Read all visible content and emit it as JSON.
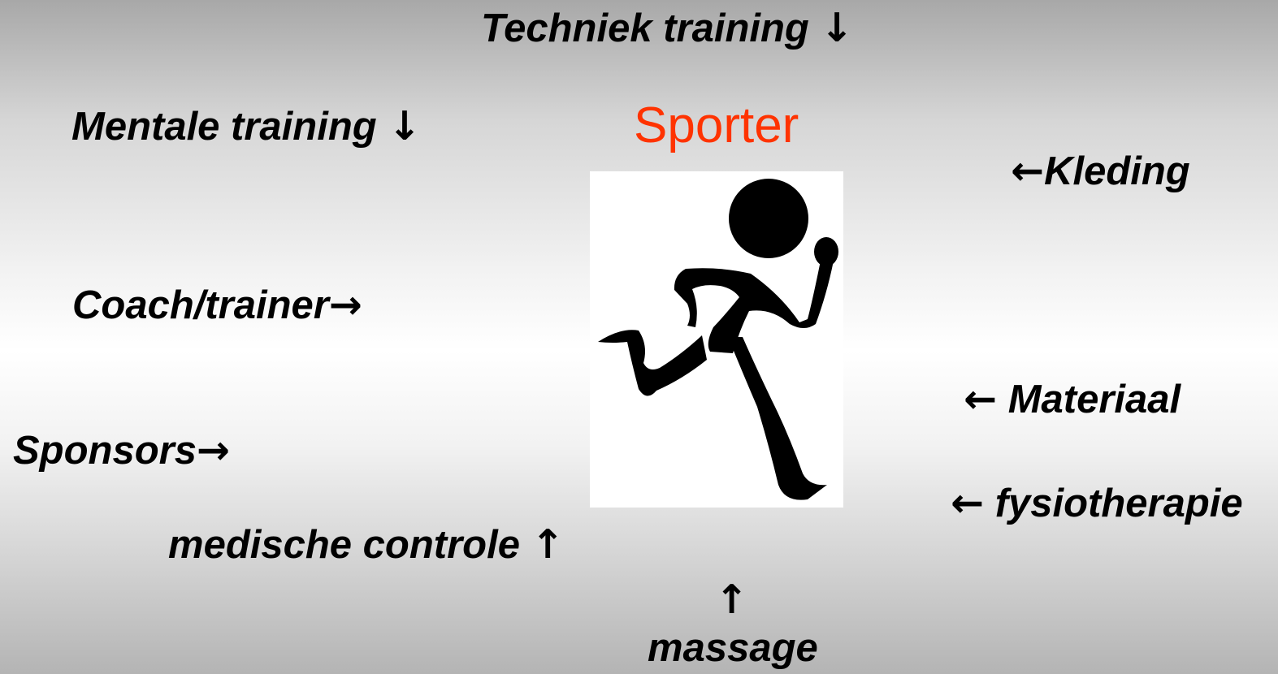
{
  "title": "Sporter",
  "labels": {
    "techniek": {
      "text": "Techniek training",
      "arrow": "↓"
    },
    "mentale": {
      "text": "Mentale training",
      "arrow": "↓"
    },
    "kleding": {
      "arrow": "←",
      "text": "Kleding"
    },
    "coach": {
      "text": "Coach/trainer",
      "arrow": "→"
    },
    "materiaal": {
      "arrow": "←",
      "text": "Materiaal"
    },
    "sponsors": {
      "text": "Sponsors",
      "arrow": "→"
    },
    "fysio": {
      "arrow": "←",
      "text": "fysiotherapie"
    },
    "medisch": {
      "text": "medische controle",
      "arrow": "↑"
    },
    "massage": {
      "arrow": "↑",
      "text": "massage"
    }
  },
  "colors": {
    "title": "#ff3300",
    "text": "#000000"
  },
  "image": {
    "icon": "running-person-icon"
  }
}
